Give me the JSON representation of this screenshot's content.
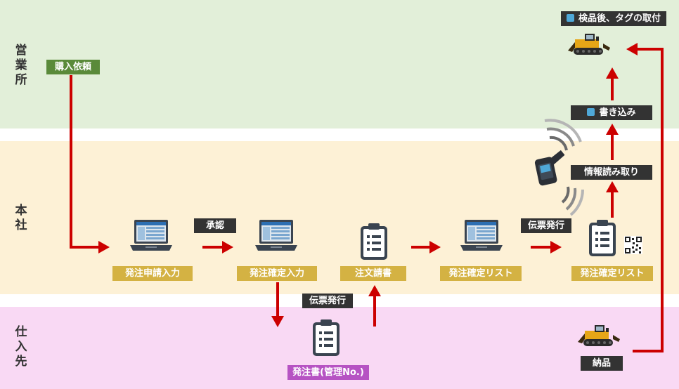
{
  "lanes": {
    "sales": "営業所",
    "headquarters": "本社",
    "supplier": "仕入先"
  },
  "labels": {
    "purchase_request": "購入依頼",
    "order_apply_input": "発注申請入力",
    "approval": "承認",
    "order_confirm_input": "発注確定入力",
    "voucher_issue_1": "伝票発行",
    "order_sheet": "発注書(管理No.)",
    "purchase_order": "注文請書",
    "confirm_list_1": "発注確定リスト",
    "voucher_issue_2": "伝票発行",
    "confirm_list_2": "発注確定リスト",
    "info_read": "情報読み取り",
    "write": "書き込み",
    "inspect_tag": "検品後、タグの取付",
    "delivery": "納品"
  },
  "colors": {
    "sales_lane": "#e2efd9",
    "hq_lane": "#fdf1d6",
    "supplier_lane": "#f9d9f4",
    "arrow": "#cc0000",
    "gold_box": "#d4b243",
    "dark_box": "#333333"
  },
  "icons": [
    "laptop-icon",
    "clipboard-icon",
    "qr-code-icon",
    "rfid-reader-icon",
    "tag-icon",
    "bulldozer-icon"
  ]
}
